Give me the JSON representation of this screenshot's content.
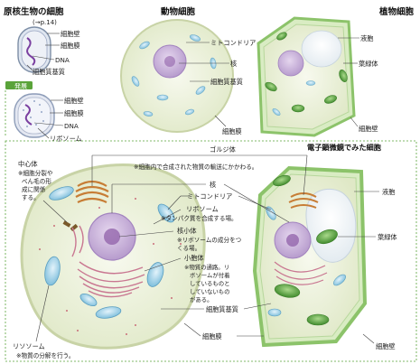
{
  "titles": {
    "prokaryote": "原核生物の細胞",
    "animal": "動物細胞",
    "plant": "植物細胞",
    "electron": "電子顕微鏡でみた細胞",
    "hatten": "発展"
  },
  "prokaryote_labels": {
    "ref": "(→p.14)",
    "cell_wall": "細胞壁",
    "membrane": "細胞膜",
    "dna": "DNA",
    "cytoplasm": "細胞質基質"
  },
  "hatten_labels": {
    "cell_wall": "細胞壁",
    "membrane": "細胞膜",
    "dna": "DNA",
    "ribosome": "リボソーム"
  },
  "top_labels": {
    "mitochondria": "ミトコンドリア",
    "nucleus": "核",
    "cytoplasm": "細胞質基質",
    "membrane": "細胞膜",
    "vacuole": "液胞",
    "chloroplast": "葉緑体",
    "cell_wall": "細胞壁"
  },
  "em_labels": {
    "centrosome": "中心体",
    "centrosome_note": [
      "※細胞分裂や",
      "べん毛の形",
      "成に関係",
      "する。"
    ],
    "golgi": "ゴルジ体",
    "golgi_note": "※細胞内で合成された物質の輸送にかかわる。",
    "nucleus": "核",
    "mitochondria": "ミトコンドリア",
    "ribosome": "リボソーム",
    "ribosome_note": "※タンパク質を合成する場。",
    "nucleolus": "核小体",
    "nucleolus_note": [
      "※リボソームの成分をつ",
      "くる場。"
    ],
    "er": "小胞体",
    "er_note": [
      "※物質の通路。リ",
      "ボソームが付着",
      "しているものと",
      "していないもの",
      "がある。"
    ],
    "cytoplasm": "細胞質基質",
    "membrane": "細胞膜",
    "lysosome": "リソソーム",
    "lysosome_note": "※物質の分解を行う。",
    "vacuole": "液胞",
    "chloroplast": "葉緑体",
    "cell_wall": "細胞壁"
  },
  "colors": {
    "cytoplasm": "#eef3dc",
    "nucleus": "#c9b3dc",
    "nucleus_core": "#8f5fa8",
    "mitochondria": "#a9d6ea",
    "chloroplast": "#6fb24f",
    "cell_wall": "#9fcf7a",
    "golgi": "#e7a25a",
    "er": "#d58aa0",
    "bracket_green": "#5aa33a"
  }
}
